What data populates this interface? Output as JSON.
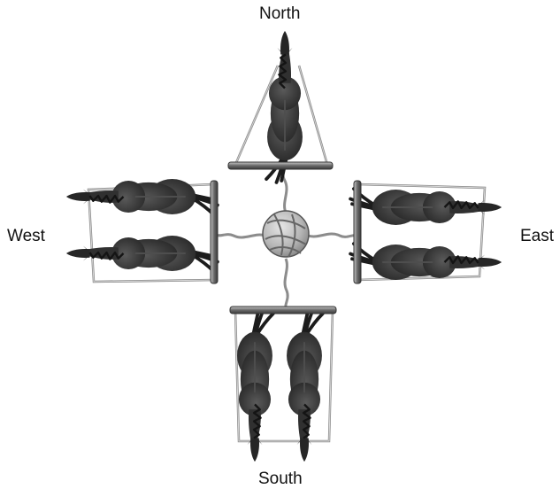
{
  "labels": {
    "north": "North",
    "south": "South",
    "west": "West",
    "east": "East"
  },
  "teams": [
    {
      "direction": "north",
      "horse_count": 1
    },
    {
      "direction": "east",
      "horse_count": 2
    },
    {
      "direction": "south",
      "horse_count": 2
    },
    {
      "direction": "west",
      "horse_count": 2
    }
  ],
  "colors": {
    "horse": "#3a3a3a",
    "horse_dark": "#1c1c1c",
    "bar": "#6a6a6a",
    "rope": "#9a9a9a",
    "knot": "#b8b8b8"
  }
}
